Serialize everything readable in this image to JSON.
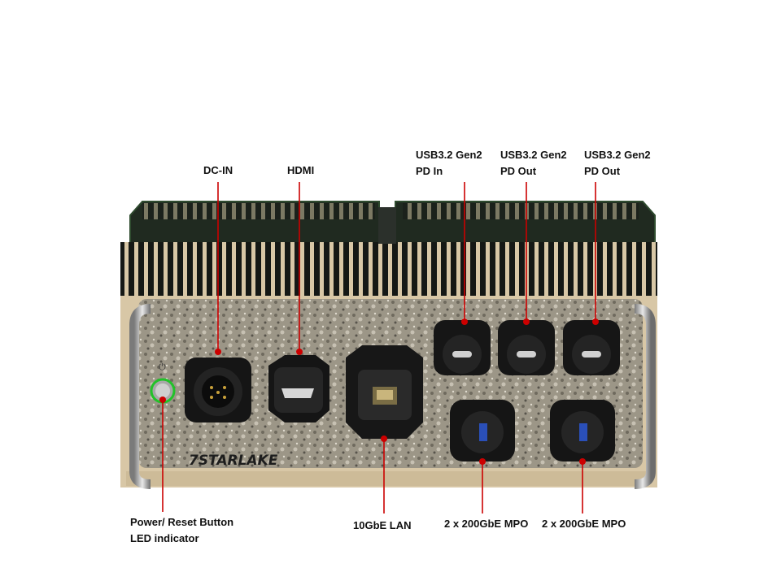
{
  "labels": {
    "dc_in": "DC-IN",
    "hdmi": "HDMI",
    "usb_in": {
      "line1": "USB3.2 Gen2",
      "line2": "PD In"
    },
    "usb_out_1": {
      "line1": "USB3.2 Gen2",
      "line2": "PD Out"
    },
    "usb_out_2": {
      "line1": "USB3.2 Gen2",
      "line2": "PD Out"
    },
    "power": {
      "line1": "Power/ Reset Button",
      "line2": "LED indicator"
    },
    "lan": "10GbE LAN",
    "mpo_1": "2 x 200GbE MPO",
    "mpo_2": "2 x 200GbE MPO"
  },
  "brand": "7STARLAKE",
  "colors": {
    "pointer": "#cc0000",
    "chassis": "#d8c7a6",
    "heatsink": "#1b1f1b",
    "panel": "#8f8a7d",
    "led": "#22c22a"
  }
}
